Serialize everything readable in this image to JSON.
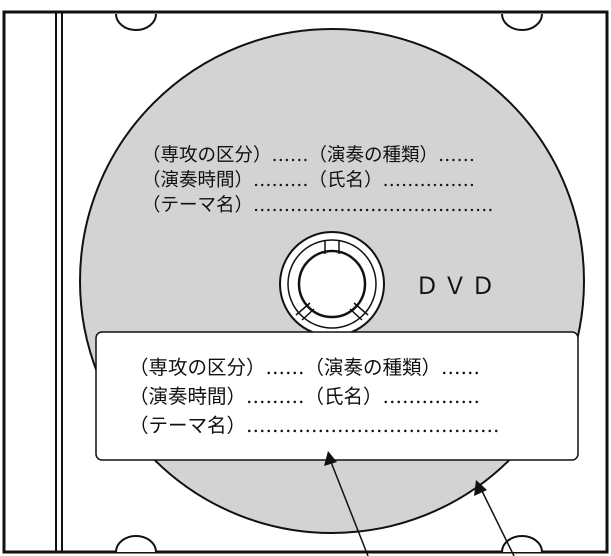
{
  "disc": {
    "lines": [
      "（専攻の区分）……（演奏の種類）……",
      "（演奏時間）………（氏名）……………",
      "（テーマ名）…………………………………"
    ],
    "format_label": "ＤＶＤ"
  },
  "label_card": {
    "lines": [
      "（専攻の区分）……（演奏の種類）……",
      "（演奏時間）………（氏名）……………",
      "（テーマ名）…………………………………"
    ]
  },
  "colors": {
    "outline": "#111111",
    "disc_fill": "#d3d3d3",
    "card_fill": "#ffffff",
    "page": "#ffffff"
  }
}
